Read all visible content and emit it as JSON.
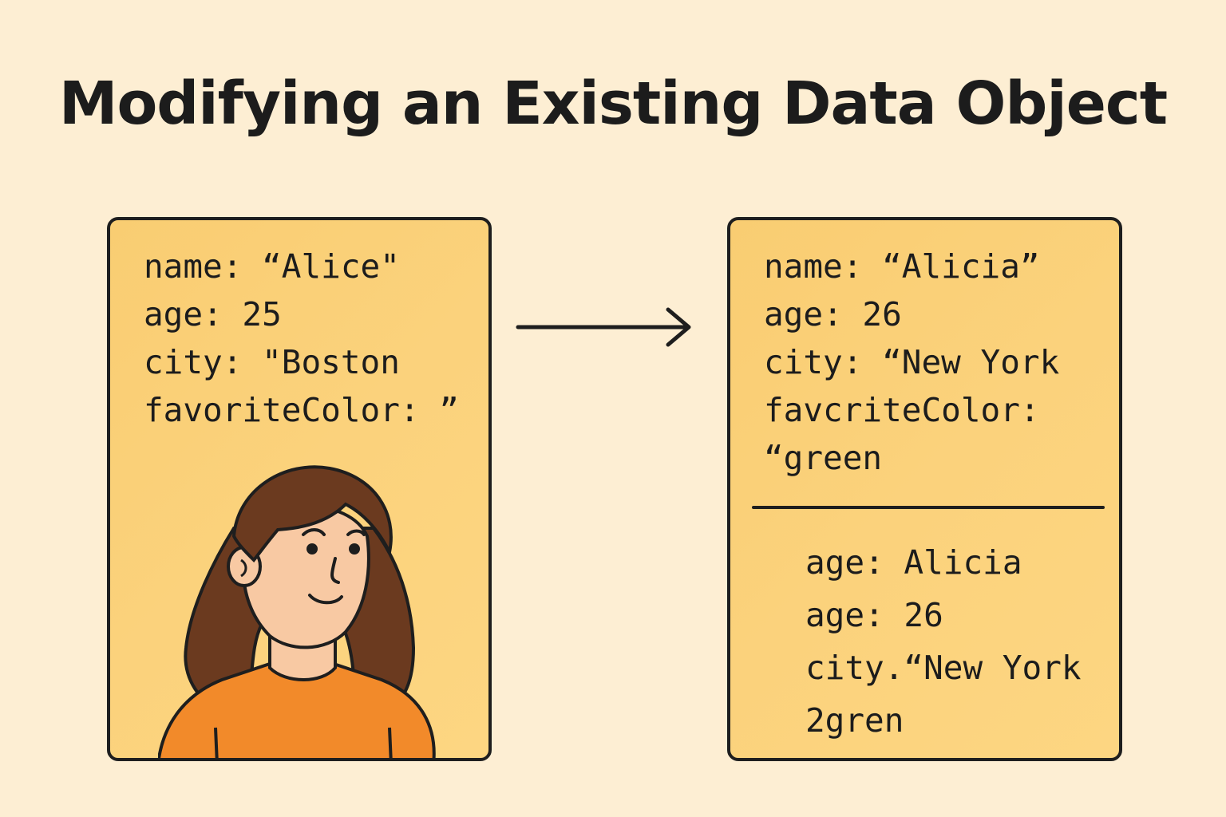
{
  "title": "Modifying an Existing Data Object",
  "before": {
    "lines": [
      "name: “Alice\"",
      "age: 25",
      "city: \"Boston",
      "favoriteColor: ”"
    ]
  },
  "after": {
    "lines": [
      "name: “Alicia”",
      "age: 26",
      "city: “New York",
      "favcriteColor:",
      "“green"
    ],
    "lower_lines": [
      "age: Alicia",
      "age: 26",
      "city.“New York",
      "2gren"
    ]
  },
  "colors": {
    "background": "#fdeed3",
    "card": "#fbd27c",
    "hair": "#6b3a1f",
    "skin": "#f8c9a3",
    "shirt": "#f28a2a",
    "outline": "#1e1e1e"
  }
}
